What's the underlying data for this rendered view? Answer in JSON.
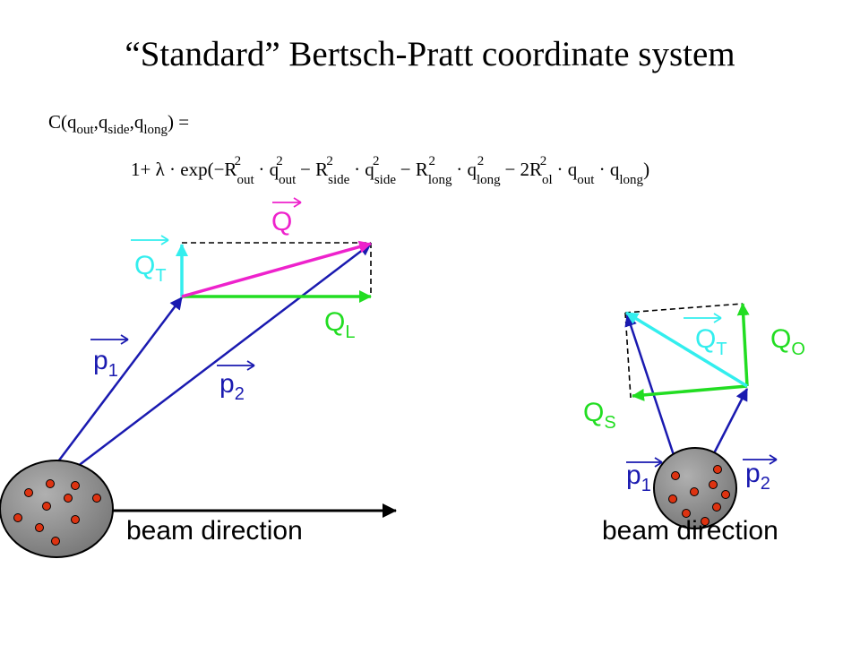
{
  "title": "“Standard” Bertsch-Pratt coordinate system",
  "equation": {
    "line1": {
      "C": "C(q",
      "out": "out",
      "c1": ",q",
      "side": "side",
      "c2": ",q",
      "long": "long",
      "end": ") ="
    },
    "line2": {
      "start": "1+ λ · exp(−R",
      "out1": "out",
      "sq": "2",
      "t1": " · q",
      "out2": "out",
      "t2": " − R",
      "side1": "side",
      "t3": " · q",
      "side2": "side",
      "t4": " − R",
      "long1": "long",
      "t5": " · q",
      "long2": "long",
      "t6": " − 2R",
      "ol": "ol",
      "t7": " · q",
      "out3": "out",
      "t8": " · q",
      "long3": "long",
      "t9": ")"
    }
  },
  "left_diagram": {
    "Q": "Q",
    "QT": "Q",
    "QT_sub": "T",
    "QL": "Q",
    "QL_sub": "L",
    "p1": "p",
    "p1_sub": "1",
    "p2": "p",
    "p2_sub": "2",
    "beam": "beam direction"
  },
  "right_diagram": {
    "QT": "Q",
    "QT_sub": "T",
    "QO": "Q",
    "QO_sub": "O",
    "QS": "Q",
    "QS_sub": "S",
    "p1": "p",
    "p1_sub": "1",
    "p2": "p",
    "p2_sub": "2",
    "beam": "beam direction"
  },
  "colors": {
    "blue": "#1a1ab0",
    "green": "#22dd22",
    "cyan": "#33eeee",
    "magenta": "#ee22cc",
    "particle": "#dd3311",
    "source_gray": "#8a8a8a"
  }
}
